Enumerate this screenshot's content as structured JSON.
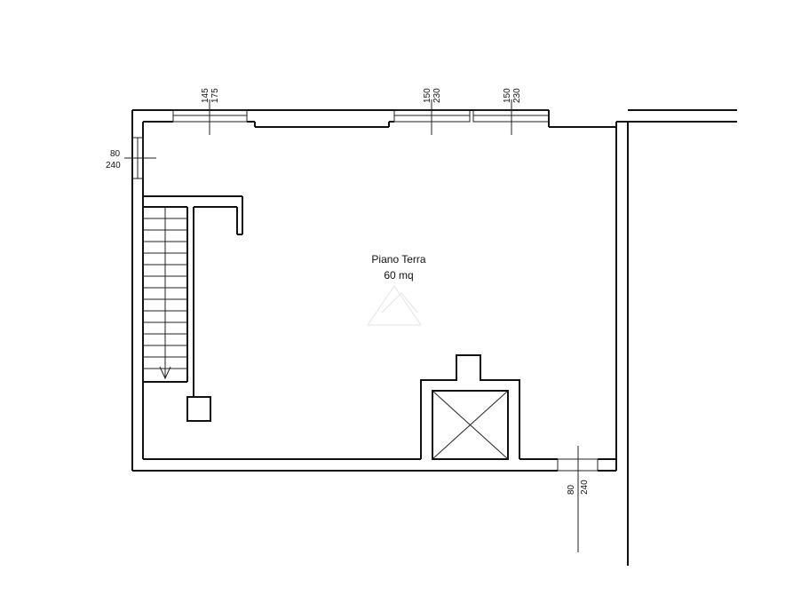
{
  "room": {
    "name": "Piano Terra",
    "area": "60 mq"
  },
  "windows": {
    "w1": {
      "width": "145",
      "height": "175"
    },
    "w2": {
      "width": "150",
      "height": "230"
    },
    "w3": {
      "width": "150",
      "height": "230"
    },
    "left": {
      "width": "80",
      "height": "240"
    },
    "door": {
      "width": "80",
      "height": "240"
    }
  },
  "stair_arrow": "V"
}
